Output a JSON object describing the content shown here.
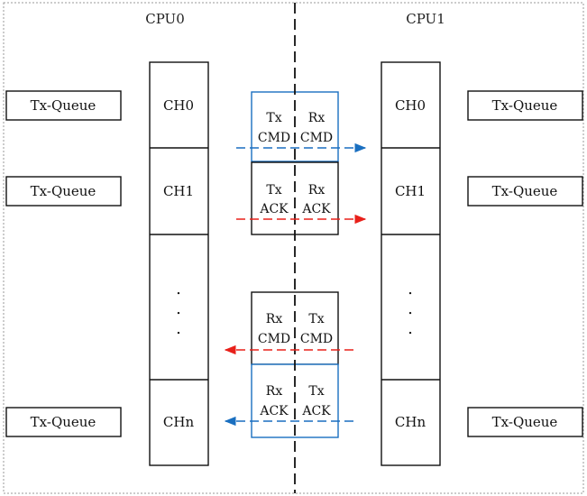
{
  "colors": {
    "black": "#111111",
    "blue": "#1a6fc0",
    "red": "#e8201a",
    "frame": "#9a9a9a"
  },
  "cpu0": {
    "title": "CPU0",
    "channels": [
      "CH0",
      "CH1",
      "CHn"
    ],
    "ellipsis": ".\n.\n.",
    "queues": [
      "Tx-Queue",
      "Tx-Queue",
      "Tx-Queue"
    ]
  },
  "cpu1": {
    "title": "CPU1",
    "channels": [
      "CH0",
      "CH1",
      "CHn"
    ],
    "ellipsis": ".\n.\n.",
    "queues": [
      "Tx-Queue",
      "Tx-Queue",
      "Tx-Queue"
    ]
  },
  "messages": {
    "upper": {
      "cmd": {
        "left_top": "Tx",
        "left_bottom": "CMD",
        "right_top": "Rx",
        "right_bottom": "CMD"
      },
      "ack": {
        "left_top": "Tx",
        "left_bottom": "ACK",
        "right_top": "Rx",
        "right_bottom": "ACK"
      }
    },
    "lower": {
      "cmd": {
        "left_top": "Rx",
        "left_bottom": "CMD",
        "right_top": "Tx",
        "right_bottom": "CMD"
      },
      "ack": {
        "left_top": "Rx",
        "left_bottom": "ACK",
        "right_top": "Tx",
        "right_bottom": "ACK"
      }
    }
  }
}
